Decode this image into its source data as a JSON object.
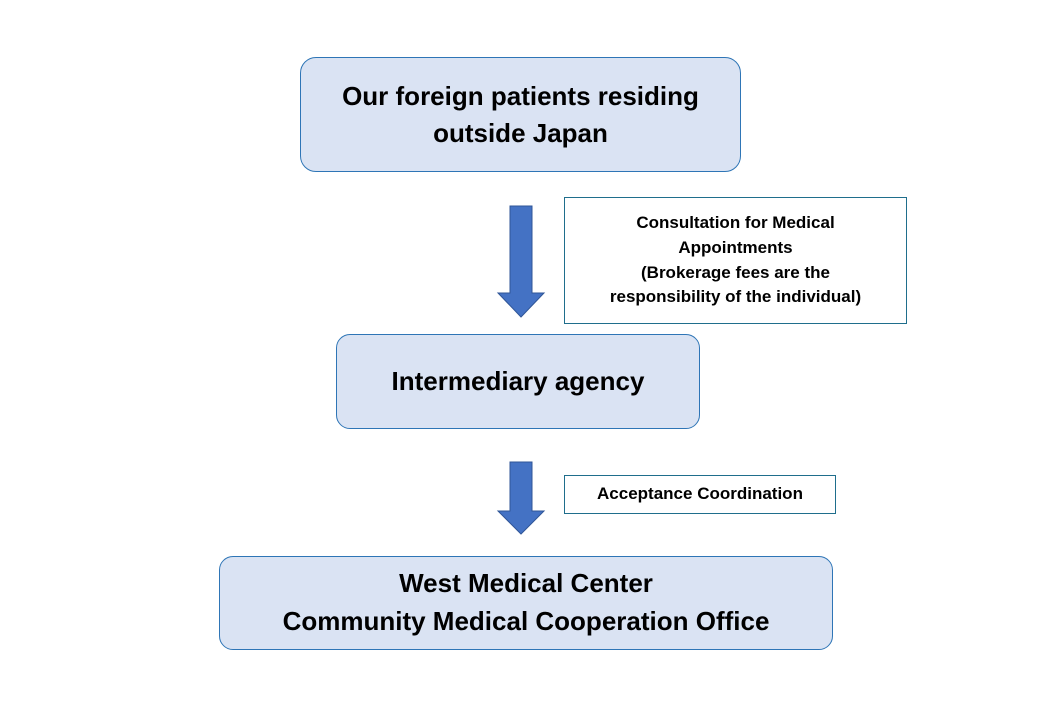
{
  "colors": {
    "box_fill": "#dae3f3",
    "box_border": "#2e75b6",
    "arrow": "#4472c4",
    "note_border": "#1f6e8c"
  },
  "nodes": [
    {
      "id": "patients",
      "lines": [
        "Our foreign patients residing",
        "outside Japan"
      ]
    },
    {
      "id": "agency",
      "lines": [
        "Intermediary agency"
      ]
    },
    {
      "id": "center",
      "lines": [
        "West Medical Center",
        "Community Medical Cooperation Office"
      ]
    }
  ],
  "edges": [
    {
      "from": "patients",
      "to": "agency",
      "icon": "down-arrow-icon",
      "note_lines": [
        "Consultation for Medical",
        "Appointments",
        "(Brokerage fees are the",
        "responsibility of the individual)"
      ]
    },
    {
      "from": "agency",
      "to": "center",
      "icon": "down-arrow-icon",
      "note_lines": [
        "Acceptance Coordination"
      ]
    }
  ]
}
